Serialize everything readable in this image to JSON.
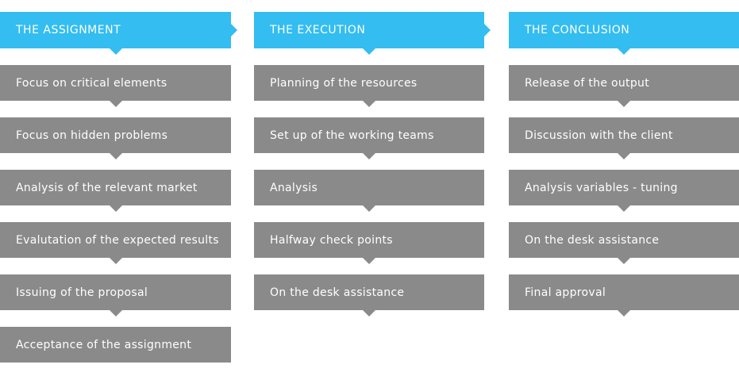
{
  "columns": [
    {
      "title": "THE ASSIGNMENT",
      "steps": [
        "Focus on critical elements",
        "Focus on hidden problems",
        "Analysis of the relevant market",
        "Evalutation of the expected results",
        "Issuing of the proposal",
        "Acceptance of the assignment"
      ]
    },
    {
      "title": "THE EXECUTION",
      "steps": [
        "Planning of the resources",
        "Set up of the working teams",
        "Analysis",
        "Halfway check points",
        "On the desk assistance"
      ]
    },
    {
      "title": "THE CONCLUSION",
      "steps": [
        "Release of the output",
        "Discussion with the client",
        "Analysis variables - tuning",
        "On the desk assistance",
        "Final approval"
      ]
    }
  ],
  "colors": {
    "header": "#33bdf1",
    "step": "#8a8a8a",
    "text": "#ffffff"
  }
}
